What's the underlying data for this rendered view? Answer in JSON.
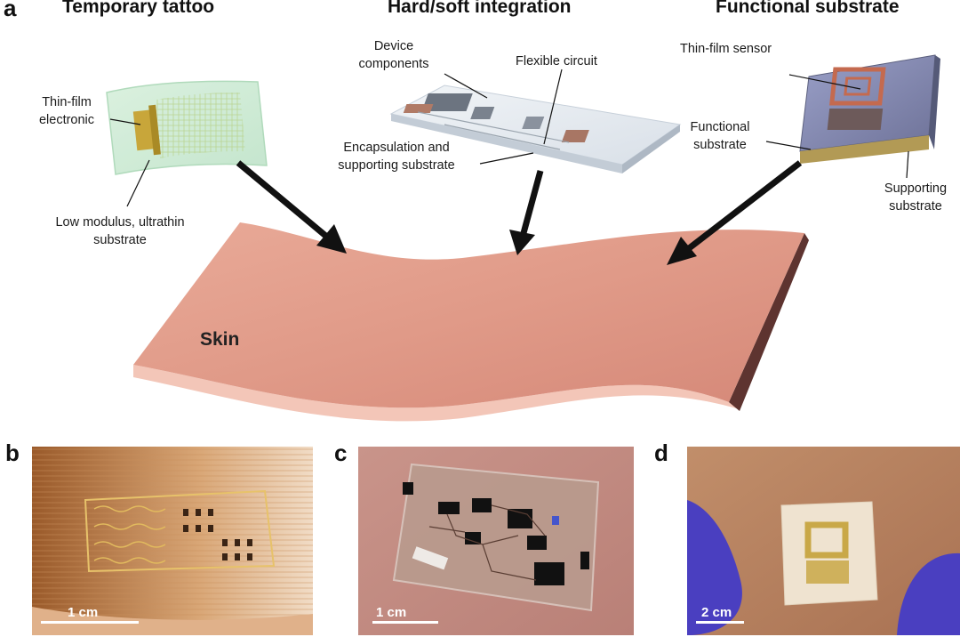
{
  "panels": {
    "a": "a",
    "b": "b",
    "c": "c",
    "d": "d"
  },
  "headings": {
    "tattoo": "Temporary tattoo",
    "hardsoft": "Hard/soft integration",
    "functional": "Functional substrate"
  },
  "labels": {
    "thin_film_electronic": [
      "Thin-film",
      "electronic"
    ],
    "low_modulus": [
      "Low modulus, ultrathin",
      "substrate"
    ],
    "device_components": [
      "Device",
      "components"
    ],
    "flexible_circuit": "Flexible circuit",
    "encapsulation": [
      "Encapsulation and",
      "supporting substrate"
    ],
    "thin_film_sensor": "Thin-film sensor",
    "functional_substrate": [
      "Functional",
      "substrate"
    ],
    "supporting_substrate": [
      "Supporting",
      "substrate"
    ]
  },
  "skin_label": "Skin",
  "scale_bars": {
    "b": "1 cm",
    "c": "1 cm",
    "d": "2 cm"
  },
  "colors": {
    "skin_top": "#e3a090",
    "skin_edge": "#6b3a33",
    "arrow": "#111111",
    "glove": "#4a3fc0"
  }
}
